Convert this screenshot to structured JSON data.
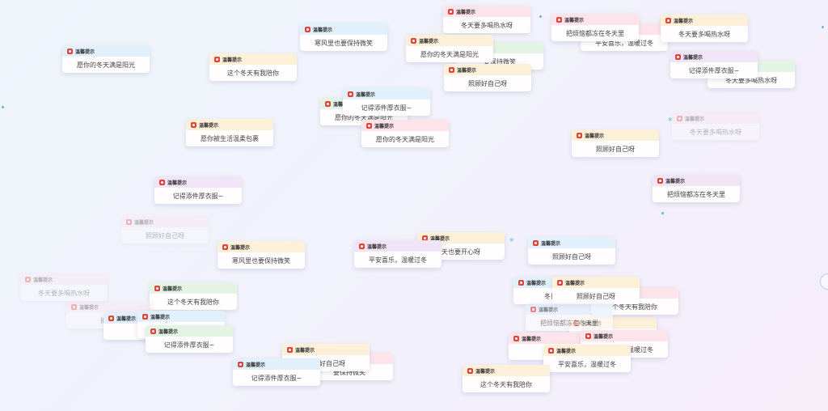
{
  "header_label": "温馨提示",
  "cards": [
    {
      "msg": "愿你的冬天满是阳光",
      "theme": "blue"
    },
    {
      "msg": "这个冬天有我陪你",
      "theme": "yellow"
    },
    {
      "msg": "寒风里也要保持微笑",
      "theme": "blue"
    },
    {
      "msg": "冬天要多喝热水呀",
      "theme": "pink"
    },
    {
      "msg": "愿你的冬天满是阳光",
      "theme": "yellow"
    },
    {
      "msg": "要保持微笑",
      "theme": "green"
    },
    {
      "msg": "照顾好自己呀",
      "theme": "yellow"
    },
    {
      "msg": "平安喜乐，温暖过冬",
      "theme": "pink"
    },
    {
      "msg": "把烦恼都冻在冬天里",
      "theme": "pink"
    },
    {
      "msg": "冬天要多喝热水呀",
      "theme": "yellow"
    },
    {
      "msg": "冬天要多喝热水呀",
      "theme": "green"
    },
    {
      "msg": "记得添件厚衣服~",
      "theme": "purple"
    },
    {
      "msg": "愿你的冬天满是阳光",
      "theme": "green"
    },
    {
      "msg": "记得添件厚衣服~",
      "theme": "blue"
    },
    {
      "msg": "愿你的冬天满是阳光",
      "theme": "pink"
    },
    {
      "msg": "愿你被生活温柔包裹",
      "theme": "yellow"
    },
    {
      "msg": "照顾好自己呀",
      "theme": "yellow"
    },
    {
      "msg": "冬天要多喝热水呀",
      "theme": "pink"
    },
    {
      "msg": "记得添件厚衣服~",
      "theme": "purple"
    },
    {
      "msg": "把烦恼都冻在冬天里",
      "theme": "purple"
    },
    {
      "msg": "照顾好自己呀",
      "theme": "pink"
    },
    {
      "msg": "寒风里也要保持微笑",
      "theme": "yellow"
    },
    {
      "msg": "天也要开心呀",
      "theme": "yellow"
    },
    {
      "msg": "平安喜乐，温暖过冬",
      "theme": "purple"
    },
    {
      "msg": "照顾好自己呀",
      "theme": "blue"
    },
    {
      "msg": "冬天要多喝热水呀",
      "theme": "pink"
    },
    {
      "msg": "这个冬天有我陪你",
      "theme": "green"
    },
    {
      "msg": "把烦恼",
      "theme": "pink"
    },
    {
      "msg": "把烦恼",
      "theme": "blue"
    },
    {
      "msg": "",
      "theme": "blue"
    },
    {
      "msg": "记得添件厚衣服~",
      "theme": "green"
    },
    {
      "msg": "要保持微笑",
      "theme": "pink"
    },
    {
      "msg": "照顾好自己呀",
      "theme": "yellow"
    },
    {
      "msg": "记得添件厚衣服~",
      "theme": "blue"
    },
    {
      "msg": "冬日限定",
      "theme": "blue"
    },
    {
      "msg": "个冬天有我陪你",
      "theme": "pink"
    },
    {
      "msg": "照顾好自己呀",
      "theme": "yellow"
    },
    {
      "msg": "把烦恼都冻在冬天里",
      "theme": "blue"
    },
    {
      "msg": "",
      "theme": "yellow"
    },
    {
      "msg": "今天",
      "theme": "pink"
    },
    {
      "msg": "平安喜乐，温暖过冬",
      "theme": "pink"
    },
    {
      "msg": "平安喜乐，温暖过冬",
      "theme": "yellow"
    },
    {
      "msg": "这个冬天有我陪你",
      "theme": "yellow"
    },
    {
      "msg": "平安喜乐，温暖过冬",
      "theme": "pink"
    }
  ]
}
